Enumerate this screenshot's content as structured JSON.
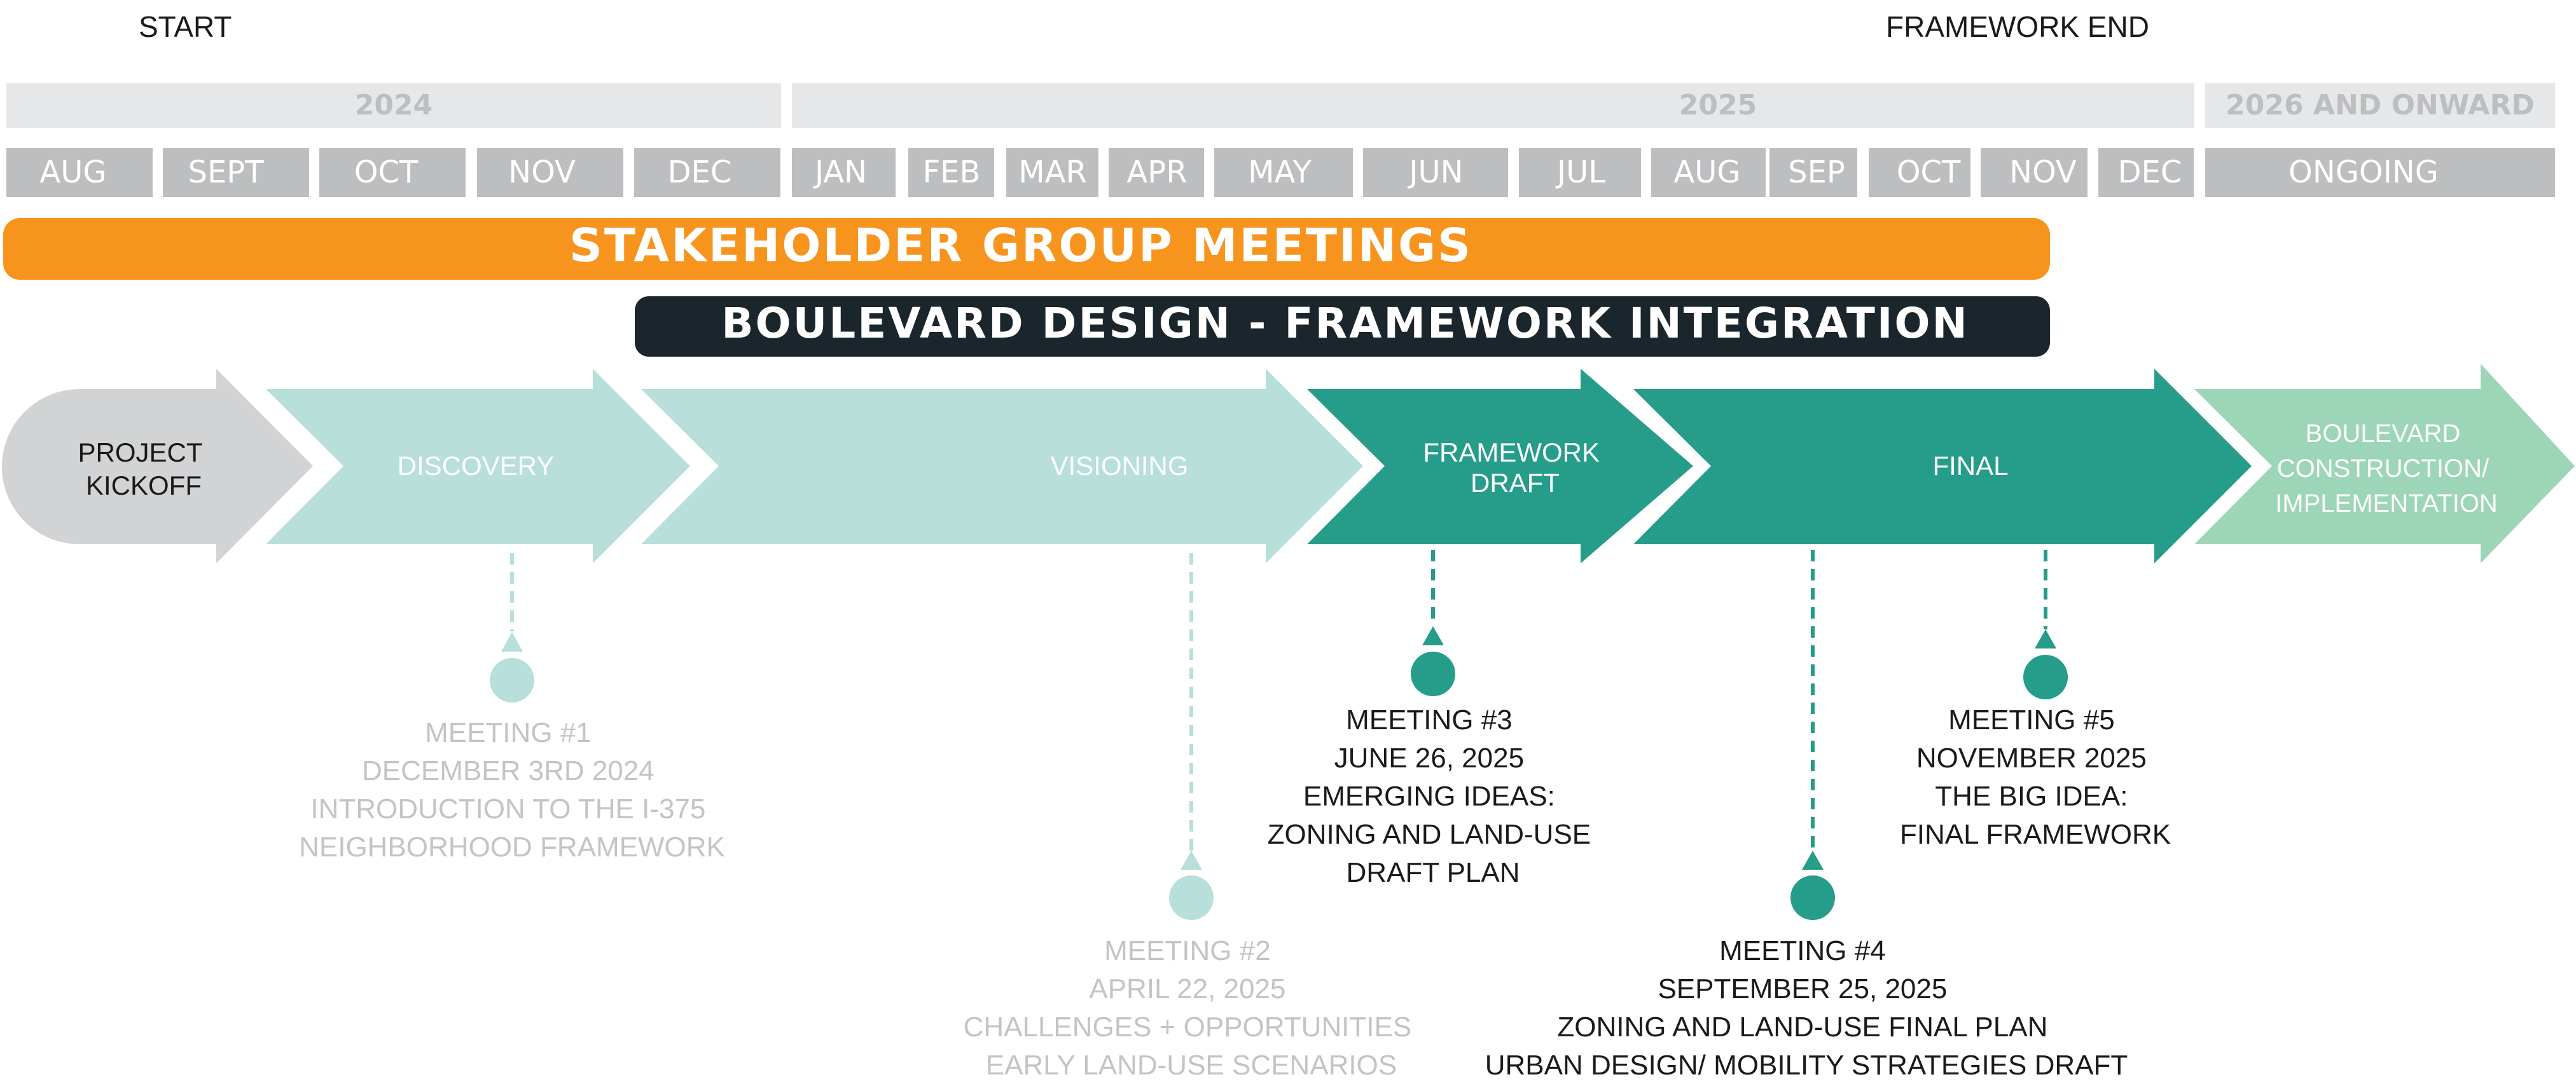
{
  "header": {
    "start_label": "START",
    "end_label": "FRAMEWORK END"
  },
  "years": [
    {
      "label": "2024"
    },
    {
      "label": "2025"
    },
    {
      "label": "2026 AND ONWARD"
    }
  ],
  "months": [
    {
      "label": "AUG"
    },
    {
      "label": "SEPT"
    },
    {
      "label": "OCT"
    },
    {
      "label": "NOV"
    },
    {
      "label": "DEC"
    },
    {
      "label": "JAN"
    },
    {
      "label": "FEB"
    },
    {
      "label": "MAR"
    },
    {
      "label": "APR"
    },
    {
      "label": "MAY"
    },
    {
      "label": "JUN"
    },
    {
      "label": "JUL"
    },
    {
      "label": "AUG"
    },
    {
      "label": "SEP"
    },
    {
      "label": "OCT"
    },
    {
      "label": "NOV"
    },
    {
      "label": "DEC"
    },
    {
      "label": "ONGOING"
    }
  ],
  "bars": {
    "stakeholder": "STAKEHOLDER GROUP MEETINGS",
    "boulevard": "BOULEVARD DESIGN - FRAMEWORK INTEGRATION"
  },
  "phases": [
    {
      "lines": [
        "PROJECT",
        "KICKOFF"
      ]
    },
    {
      "lines": [
        "DISCOVERY"
      ]
    },
    {
      "lines": [
        "VISIONING"
      ]
    },
    {
      "lines": [
        "FRAMEWORK",
        "DRAFT"
      ]
    },
    {
      "lines": [
        "FINAL"
      ]
    },
    {
      "lines": [
        "BOULEVARD",
        "CONSTRUCTION/",
        "IMPLEMENTATION"
      ]
    }
  ],
  "meetings": [
    {
      "lines": [
        "MEETING #1",
        "DECEMBER 3RD 2024",
        "INTRODUCTION TO THE I-375",
        "NEIGHBORHOOD FRAMEWORK"
      ]
    },
    {
      "lines": [
        "MEETING #2",
        "APRIL 22, 2025",
        "CHALLENGES + OPPORTUNITIES",
        "EARLY LAND-USE SCENARIOS"
      ]
    },
    {
      "lines": [
        "MEETING #3",
        "JUNE 26, 2025",
        "EMERGING IDEAS:",
        "ZONING AND LAND-USE",
        "DRAFT PLAN"
      ]
    },
    {
      "lines": [
        "MEETING #4",
        "SEPTEMBER 25, 2025",
        "ZONING AND LAND-USE FINAL PLAN",
        "URBAN DESIGN/ MOBILITY STRATEGIES DRAFT"
      ]
    },
    {
      "lines": [
        "MEETING #5",
        "NOVEMBER 2025",
        "THE BIG IDEA:",
        "FINAL FRAMEWORK"
      ]
    }
  ],
  "colors": {
    "orange": "#F7941E",
    "dark": "#1B262C",
    "grey_cell": "#BCBEC0",
    "light_grey": "#E6E7E8",
    "kickoff": "#D1D3D4",
    "light_teal": "#B8DFDA",
    "teal": "#269C8A",
    "mint": "#9DD5B9",
    "faded_text": "#C2C4C6"
  }
}
